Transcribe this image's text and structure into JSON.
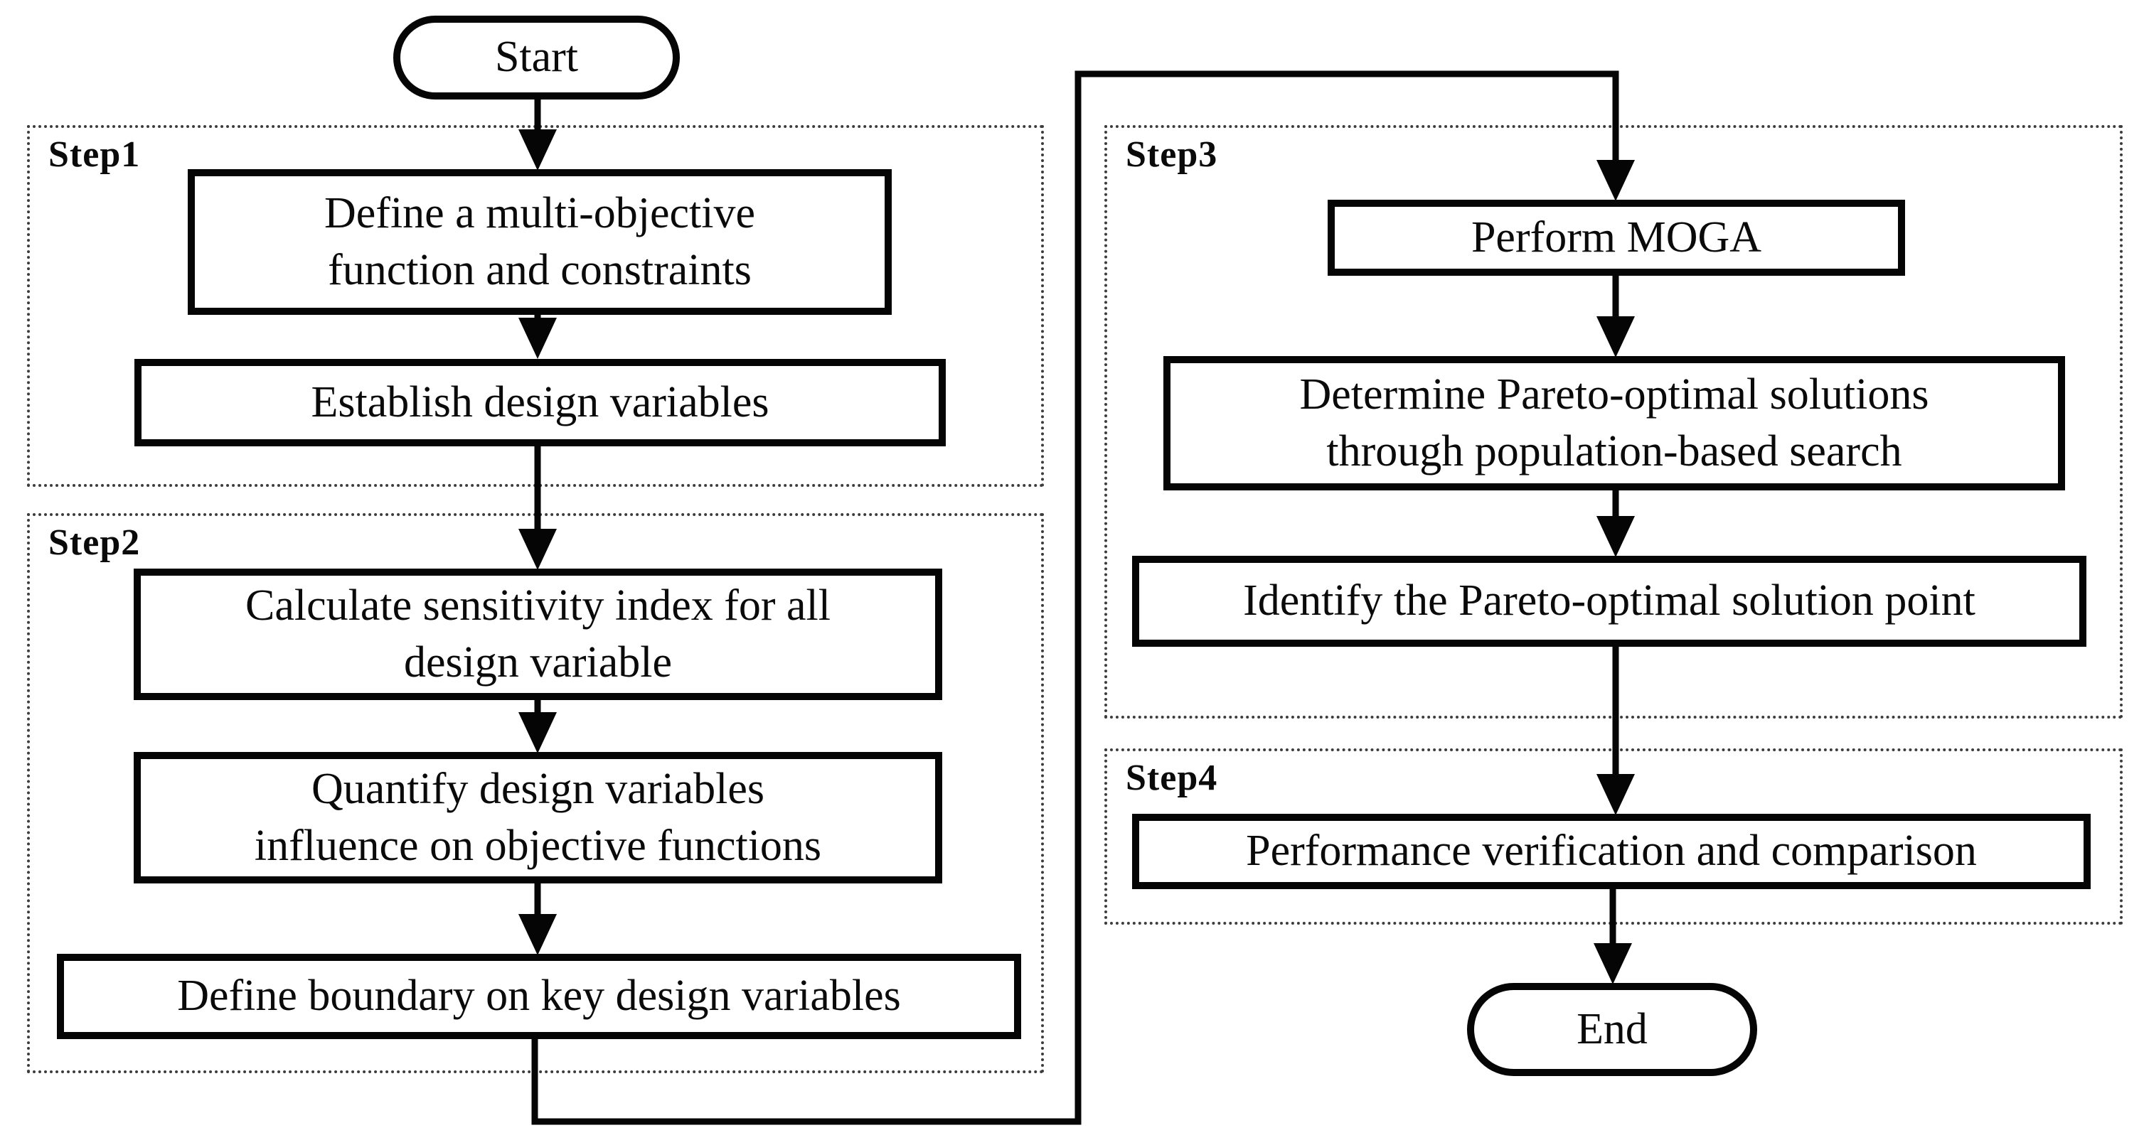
{
  "flowchart": {
    "terminals": {
      "start": "Start",
      "end": "End"
    },
    "steps": [
      {
        "label": "Step1",
        "boxes": [
          {
            "lines": [
              "Define a multi-objective",
              "function and constraints"
            ]
          },
          {
            "lines": [
              "Establish design variables"
            ]
          }
        ]
      },
      {
        "label": "Step2",
        "boxes": [
          {
            "lines": [
              "Calculate sensitivity index for all",
              "design variable"
            ]
          },
          {
            "lines": [
              "Quantify design variables",
              "influence on objective functions"
            ]
          },
          {
            "lines": [
              "Define boundary on key design variables"
            ]
          }
        ]
      },
      {
        "label": "Step3",
        "boxes": [
          {
            "lines": [
              "Perform MOGA"
            ]
          },
          {
            "lines": [
              "Determine Pareto-optimal solutions",
              "through population-based search"
            ]
          },
          {
            "lines": [
              "Identify the Pareto-optimal solution point"
            ]
          }
        ]
      },
      {
        "label": "Step4",
        "boxes": [
          {
            "lines": [
              "Performance verification and comparison"
            ]
          }
        ]
      }
    ],
    "colors": {
      "stroke": "#000000",
      "background": "#ffffff",
      "dotted_border": "#3d3d3d"
    }
  }
}
